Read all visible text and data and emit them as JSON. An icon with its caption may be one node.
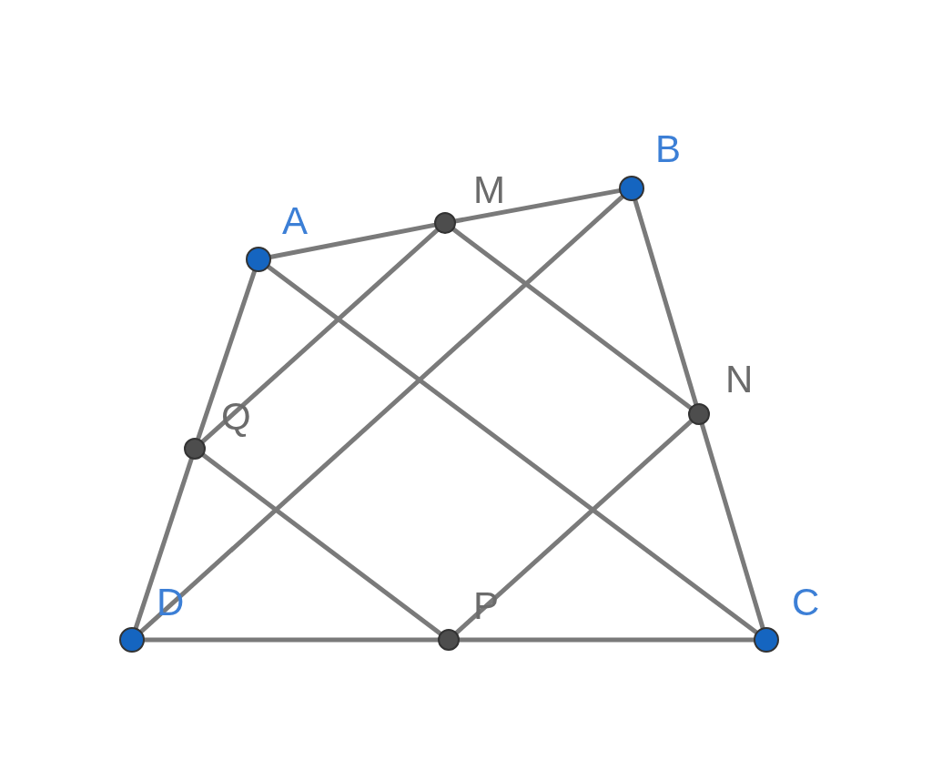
{
  "diagram": {
    "nodes": [
      {
        "text": [],
        "shape": "circle",
        "beside": [
          "A"
        ]
      },
      {
        "text": [],
        "shape": "circle",
        "beside": [
          "B"
        ]
      },
      {
        "text": [],
        "shape": "circle",
        "beside": [
          "C"
        ]
      },
      {
        "text": [],
        "shape": "circle",
        "beside": [
          "D"
        ]
      },
      {
        "text": [],
        "shape": "circle",
        "beside": [
          "M"
        ]
      },
      {
        "text": [],
        "shape": "circle",
        "beside": [
          "N"
        ]
      },
      {
        "text": [],
        "shape": "circle",
        "beside": [
          "P"
        ]
      },
      {
        "text": [],
        "shape": "circle",
        "beside": [
          "Q"
        ]
      }
    ],
    "edges": [
      {
        "from": 0,
        "to": 4,
        "arrow": "none"
      },
      {
        "from": 4,
        "to": 1,
        "arrow": "none"
      },
      {
        "from": 1,
        "to": 5,
        "arrow": "none"
      },
      {
        "from": 5,
        "to": 2,
        "arrow": "none"
      },
      {
        "from": 2,
        "to": 6,
        "arrow": "none"
      },
      {
        "from": 6,
        "to": 3,
        "arrow": "none"
      },
      {
        "from": 3,
        "to": 7,
        "arrow": "none"
      },
      {
        "from": 7,
        "to": 0,
        "arrow": "none"
      },
      {
        "from": 4,
        "to": 5,
        "arrow": "none"
      },
      {
        "from": 5,
        "to": 6,
        "arrow": "none"
      },
      {
        "from": 6,
        "to": 7,
        "arrow": "none"
      },
      {
        "from": 7,
        "to": 4,
        "arrow": "none"
      },
      {
        "from": 0,
        "to": 2,
        "arrow": "none"
      },
      {
        "from": 1,
        "to": 3,
        "arrow": "none"
      }
    ]
  }
}
